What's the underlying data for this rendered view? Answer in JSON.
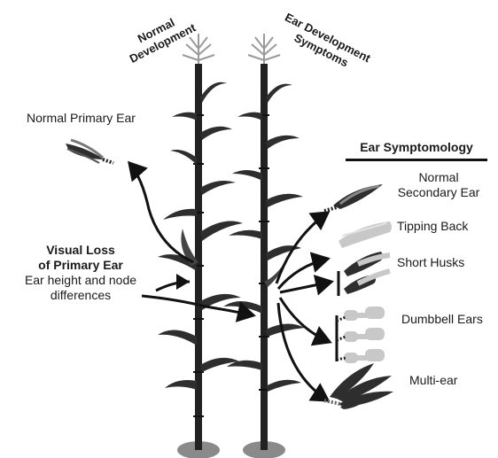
{
  "headings": {
    "normal_line1": "Normal",
    "normal_line2": "Development",
    "ear_dev_line1": "Ear Development",
    "ear_dev_line2": "Symptoms"
  },
  "labels": {
    "normal_primary_ear": "Normal Primary Ear",
    "visual_loss_line1": "Visual Loss",
    "visual_loss_line2": "of Primary Ear",
    "ear_height_line1": "Ear height and node",
    "ear_height_line2": "differences"
  },
  "symptomology": {
    "title": "Ear Symptomology",
    "items": [
      {
        "line1": "Normal",
        "line2": "Secondary Ear"
      },
      {
        "line1": "Tipping Back"
      },
      {
        "line1": "Short Husks"
      },
      {
        "line1": "Dumbbell Ears"
      },
      {
        "line1": "Multi-ear"
      }
    ]
  },
  "colors": {
    "stalk": "#222222",
    "leaf": "#2e2e2e",
    "ground": "#8a8a8a",
    "arrow": "#111111",
    "ear_gray": "#c8c8c8"
  }
}
